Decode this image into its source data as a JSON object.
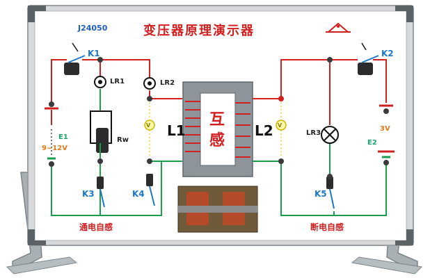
{
  "board": {
    "model": "J24050",
    "title": "变压器原理演示器"
  },
  "left_circuit": {
    "switch_main": "K1",
    "lamp_1": "LR1",
    "lamp_2": "LR2",
    "resistor": "Rw",
    "battery": "E1",
    "battery_voltage": "9~12V",
    "switch_a": "K3",
    "switch_b": "K4",
    "caption": "通电自感"
  },
  "transformer": {
    "primary_coil": "L1",
    "secondary_coil": "L2",
    "core_label": "互感",
    "meter_symbol": "V"
  },
  "right_circuit": {
    "switch_main": "K2",
    "lamp": "LR3",
    "battery": "E2",
    "battery_voltage": "3V",
    "switch": "K5",
    "caption": "断电自感"
  },
  "colors": {
    "wire_red": "#d21f1f",
    "wire_green": "#1a9e4a",
    "label_blue": "#1c78c8",
    "frame": "#c9ccce",
    "stand": "#a9b0b4"
  }
}
